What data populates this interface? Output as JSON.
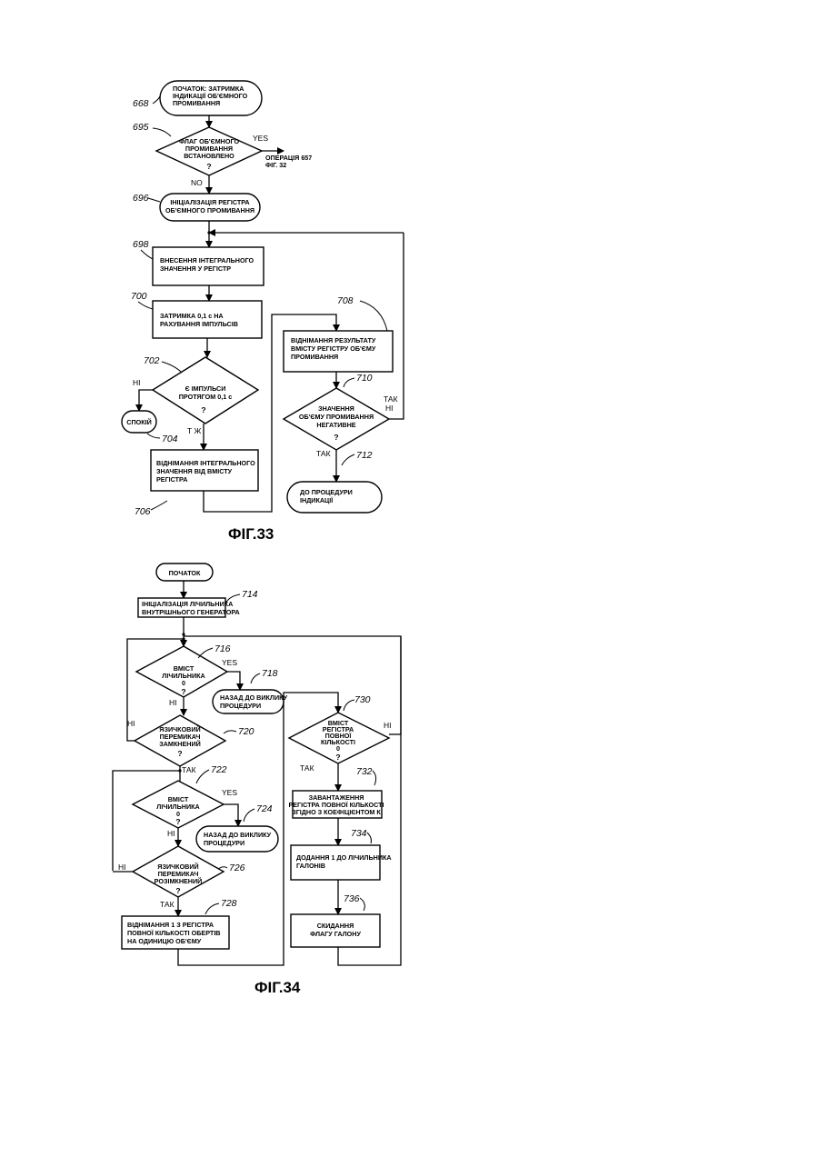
{
  "fig33": {
    "caption": "ФІГ.33",
    "n668": {
      "ref": "668",
      "lines": [
        "ПОЧАТОК: ЗАТРИМКА",
        "ІНДИКАЦІЇ ОБ'ЄМНОГО",
        "ПРОМИВАННЯ"
      ]
    },
    "n695": {
      "ref": "695",
      "lines": [
        "ФЛАГ ОБ'ЄМНОГО",
        "ПРОМИВАННЯ",
        "ВСТАНОВЛЕНО"
      ],
      "q": "?",
      "yes": "YES",
      "no": "NO"
    },
    "n657": {
      "lines": [
        "ОПЕРАЦІЯ 657",
        "ФІГ. 32"
      ]
    },
    "n696": {
      "ref": "696",
      "lines": [
        "ІНІЦІАЛІЗАЦІЯ РЕГІСТРА",
        "ОБ'ЄМНОГО ПРОМИВАННЯ"
      ]
    },
    "n698": {
      "ref": "698",
      "lines": [
        "ВНЕСЕННЯ ІНТЕГРАЛЬНОГО",
        "ЗНАЧЕННЯ У РЕГІСТР"
      ]
    },
    "n700": {
      "ref": "700",
      "lines": [
        "ЗАТРИМКА 0,1 с НА",
        "РАХУВАННЯ ІМПУЛЬСІВ"
      ]
    },
    "n702": {
      "ref": "702",
      "lines": [
        "Є ІМПУЛЬСИ",
        "ПРОТЯГОМ 0,1 с"
      ],
      "q": "?",
      "no": "НІ",
      "yes": "Т Ж"
    },
    "n704": {
      "ref": "704",
      "label": "СПОКІЙ"
    },
    "n706": {
      "ref": "706",
      "lines": [
        "ВІДНІМАННЯ ІНТЕГРАЛЬНОГО",
        "ЗНАЧЕННЯ ВІД ВМІСТУ",
        "РЕГІСТРА"
      ]
    },
    "n708": {
      "ref": "708",
      "lines": [
        "ВІДНІМАННЯ РЕЗУЛЬТАТУ",
        "ВМІСТУ РЕГІСТРУ ОБ'ЄМУ",
        "ПРОМИВАННЯ"
      ]
    },
    "n710": {
      "ref": "710",
      "lines": [
        "ЗНАЧЕННЯ",
        "ОБ'ЄМУ ПРОМИВАННЯ",
        "НЕГАТИВНЕ"
      ],
      "q": "?",
      "yes": "ТАК",
      "right_top": "ТАК",
      "right_bottom": "НІ"
    },
    "n712": {
      "ref": "712",
      "lines": [
        "ДО ПРОЦЕДУРИ",
        "ІНДИКАЦІЇ"
      ]
    }
  },
  "fig34": {
    "caption": "ФІГ.34",
    "start": {
      "label": "ПОЧАТОК"
    },
    "n714": {
      "ref": "714",
      "lines": [
        "ІНІЦІАЛІЗАЦІЯ ЛІЧИЛЬНИКА",
        "ВНУТРІШНЬОГО ГЕНЕРАТОРА"
      ]
    },
    "n716": {
      "ref": "716",
      "lines": [
        "ВМІСТ",
        "ЛІЧИЛЬНИКА",
        "0"
      ],
      "q": "?",
      "yes": "YES",
      "no": "НІ"
    },
    "n718": {
      "ref": "718",
      "lines": [
        "НАЗАД ДО ВИКЛИКУ",
        "ПРОЦЕДУРИ"
      ]
    },
    "n720": {
      "ref": "720",
      "lines": [
        "ЯЗИЧКОВИЙ",
        "ПЕРЕМИКАЧ",
        "ЗАМКНЕНИЙ"
      ],
      "q": "?",
      "no": "НІ",
      "yes": "ТАК"
    },
    "n722": {
      "ref": "722",
      "lines": [
        "ВМІСТ",
        "ЛІЧИЛЬНИКА",
        "0"
      ],
      "q": "?",
      "yes": "YES",
      "no": "НІ"
    },
    "n724": {
      "ref": "724",
      "lines": [
        "НАЗАД ДО ВИКЛИКУ",
        "ПРОЦЕДУРИ"
      ]
    },
    "n726": {
      "ref": "726",
      "lines": [
        "ЯЗИЧКОВИЙ",
        "ПЕРЕМИКАЧ",
        "РОЗІМКНЕНИЙ"
      ],
      "q": "?",
      "no": "НІ",
      "yes": "ТАК"
    },
    "n728": {
      "ref": "728",
      "lines": [
        "ВІДНІМАННЯ 1 З РЕГІСТРА",
        "ПОВНОЇ КІЛЬКОСТІ ОБЕРТІВ",
        "НА ОДИНИЦЮ ОБ'ЄМУ"
      ]
    },
    "n730": {
      "ref": "730",
      "lines": [
        "ВМІСТ",
        "РЕГІСТРА",
        "ПОВНОЇ",
        "КІЛЬКОСТІ",
        "0"
      ],
      "q": "?",
      "no": "НІ",
      "yes": "ТАК"
    },
    "n732": {
      "ref": "732",
      "lines": [
        "ЗАВАНТАЖЕННЯ",
        "РЕГІСТРА ПОВНОЇ КІЛЬКОСТІ",
        "ЗГІДНО З КОЕФІЦІЄНТОМ К"
      ]
    },
    "n734": {
      "ref": "734",
      "lines": [
        "ДОДАННЯ 1 ДО ЛІЧИЛЬНИКА",
        "ГАЛОНІВ"
      ]
    },
    "n736": {
      "ref": "736",
      "lines": [
        "СКИДАННЯ",
        "ФЛАГУ ГАЛОНУ"
      ]
    }
  }
}
